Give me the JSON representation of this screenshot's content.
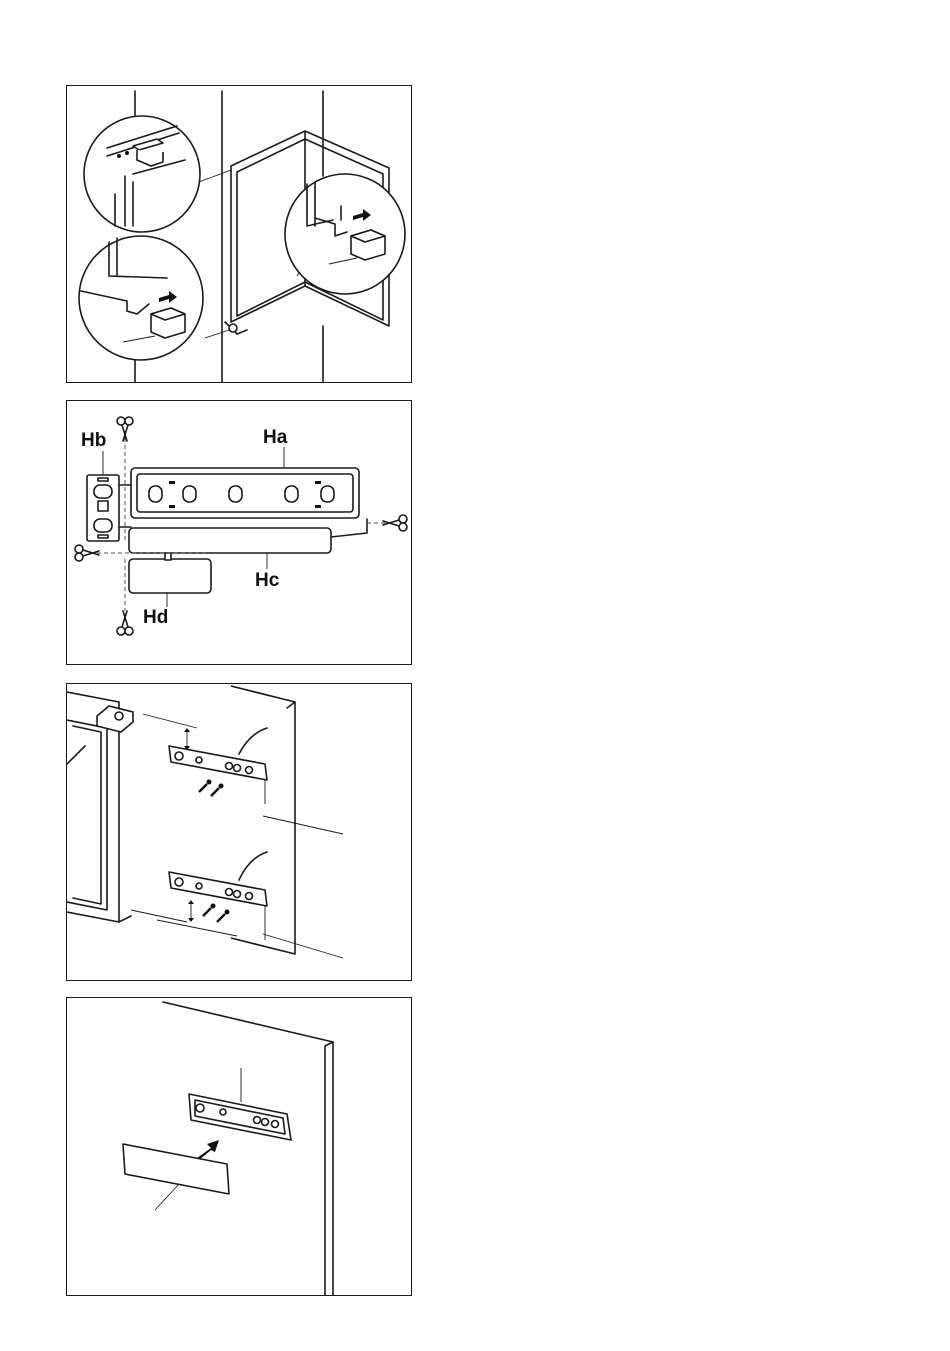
{
  "figure_2": {
    "labels": {
      "ha": "Ha",
      "hb": "Hb",
      "hc": "Hc",
      "hd": "Hd"
    }
  }
}
